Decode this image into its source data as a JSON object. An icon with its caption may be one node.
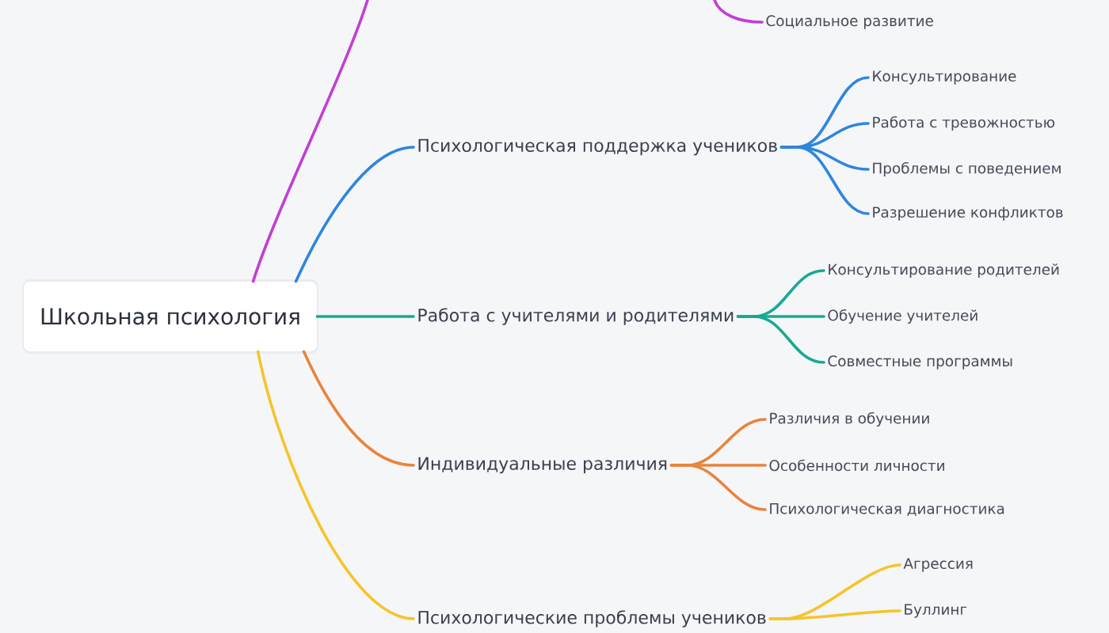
{
  "diagram": {
    "nodes": [
      {
        "text": [
          "Школьная психология"
        ]
      },
      {
        "text": [
          "Социальное развитие"
        ]
      },
      {
        "text": [
          "Психологическая поддержка учеников"
        ]
      },
      {
        "text": [
          "Консультирование"
        ]
      },
      {
        "text": [
          "Работа с тревожностью"
        ]
      },
      {
        "text": [
          "Проблемы с поведением"
        ]
      },
      {
        "text": [
          "Разрешение конфликтов"
        ]
      },
      {
        "text": [
          "Работа с учителями и родителями"
        ]
      },
      {
        "text": [
          "Консультирование родителей"
        ]
      },
      {
        "text": [
          "Обучение учителей"
        ]
      },
      {
        "text": [
          "Совместные программы"
        ]
      },
      {
        "text": [
          "Индивидуальные различия"
        ]
      },
      {
        "text": [
          "Различия в обучении"
        ]
      },
      {
        "text": [
          "Особенности личности"
        ]
      },
      {
        "text": [
          "Психологическая диагностика"
        ]
      },
      {
        "text": [
          "Психологические проблемы учеников"
        ]
      },
      {
        "text": [
          "Агрессия"
        ]
      },
      {
        "text": [
          "Буллинг"
        ]
      }
    ],
    "edges": [
      {
        "from": 0,
        "to": null,
        "arrow": "none",
        "color": "#c13fd3"
      },
      {
        "from": null,
        "to": 1,
        "arrow": "none",
        "color": "#c13fd3"
      },
      {
        "from": 0,
        "to": 2,
        "arrow": "none",
        "color": "#2e86de"
      },
      {
        "from": 2,
        "to": 3,
        "arrow": "none",
        "color": "#2e86de"
      },
      {
        "from": 2,
        "to": 4,
        "arrow": "none",
        "color": "#2e86de"
      },
      {
        "from": 2,
        "to": 5,
        "arrow": "none",
        "color": "#2e86de"
      },
      {
        "from": 2,
        "to": 6,
        "arrow": "none",
        "color": "#2e86de"
      },
      {
        "from": 0,
        "to": 7,
        "arrow": "none",
        "color": "#17a993"
      },
      {
        "from": 7,
        "to": 8,
        "arrow": "none",
        "color": "#17a993"
      },
      {
        "from": 7,
        "to": 9,
        "arrow": "none",
        "color": "#17a993"
      },
      {
        "from": 7,
        "to": 10,
        "arrow": "none",
        "color": "#17a993"
      },
      {
        "from": 0,
        "to": 11,
        "arrow": "none",
        "color": "#e8843c"
      },
      {
        "from": 11,
        "to": 12,
        "arrow": "none",
        "color": "#e8843c"
      },
      {
        "from": 11,
        "to": 13,
        "arrow": "none",
        "color": "#e8843c"
      },
      {
        "from": 11,
        "to": 14,
        "arrow": "none",
        "color": "#e8843c"
      },
      {
        "from": 0,
        "to": 15,
        "arrow": "none",
        "color": "#f6c42a"
      },
      {
        "from": 15,
        "to": 16,
        "arrow": "none",
        "color": "#f6c42a"
      },
      {
        "from": 15,
        "to": 17,
        "arrow": "none",
        "color": "#f6c42a"
      }
    ]
  }
}
